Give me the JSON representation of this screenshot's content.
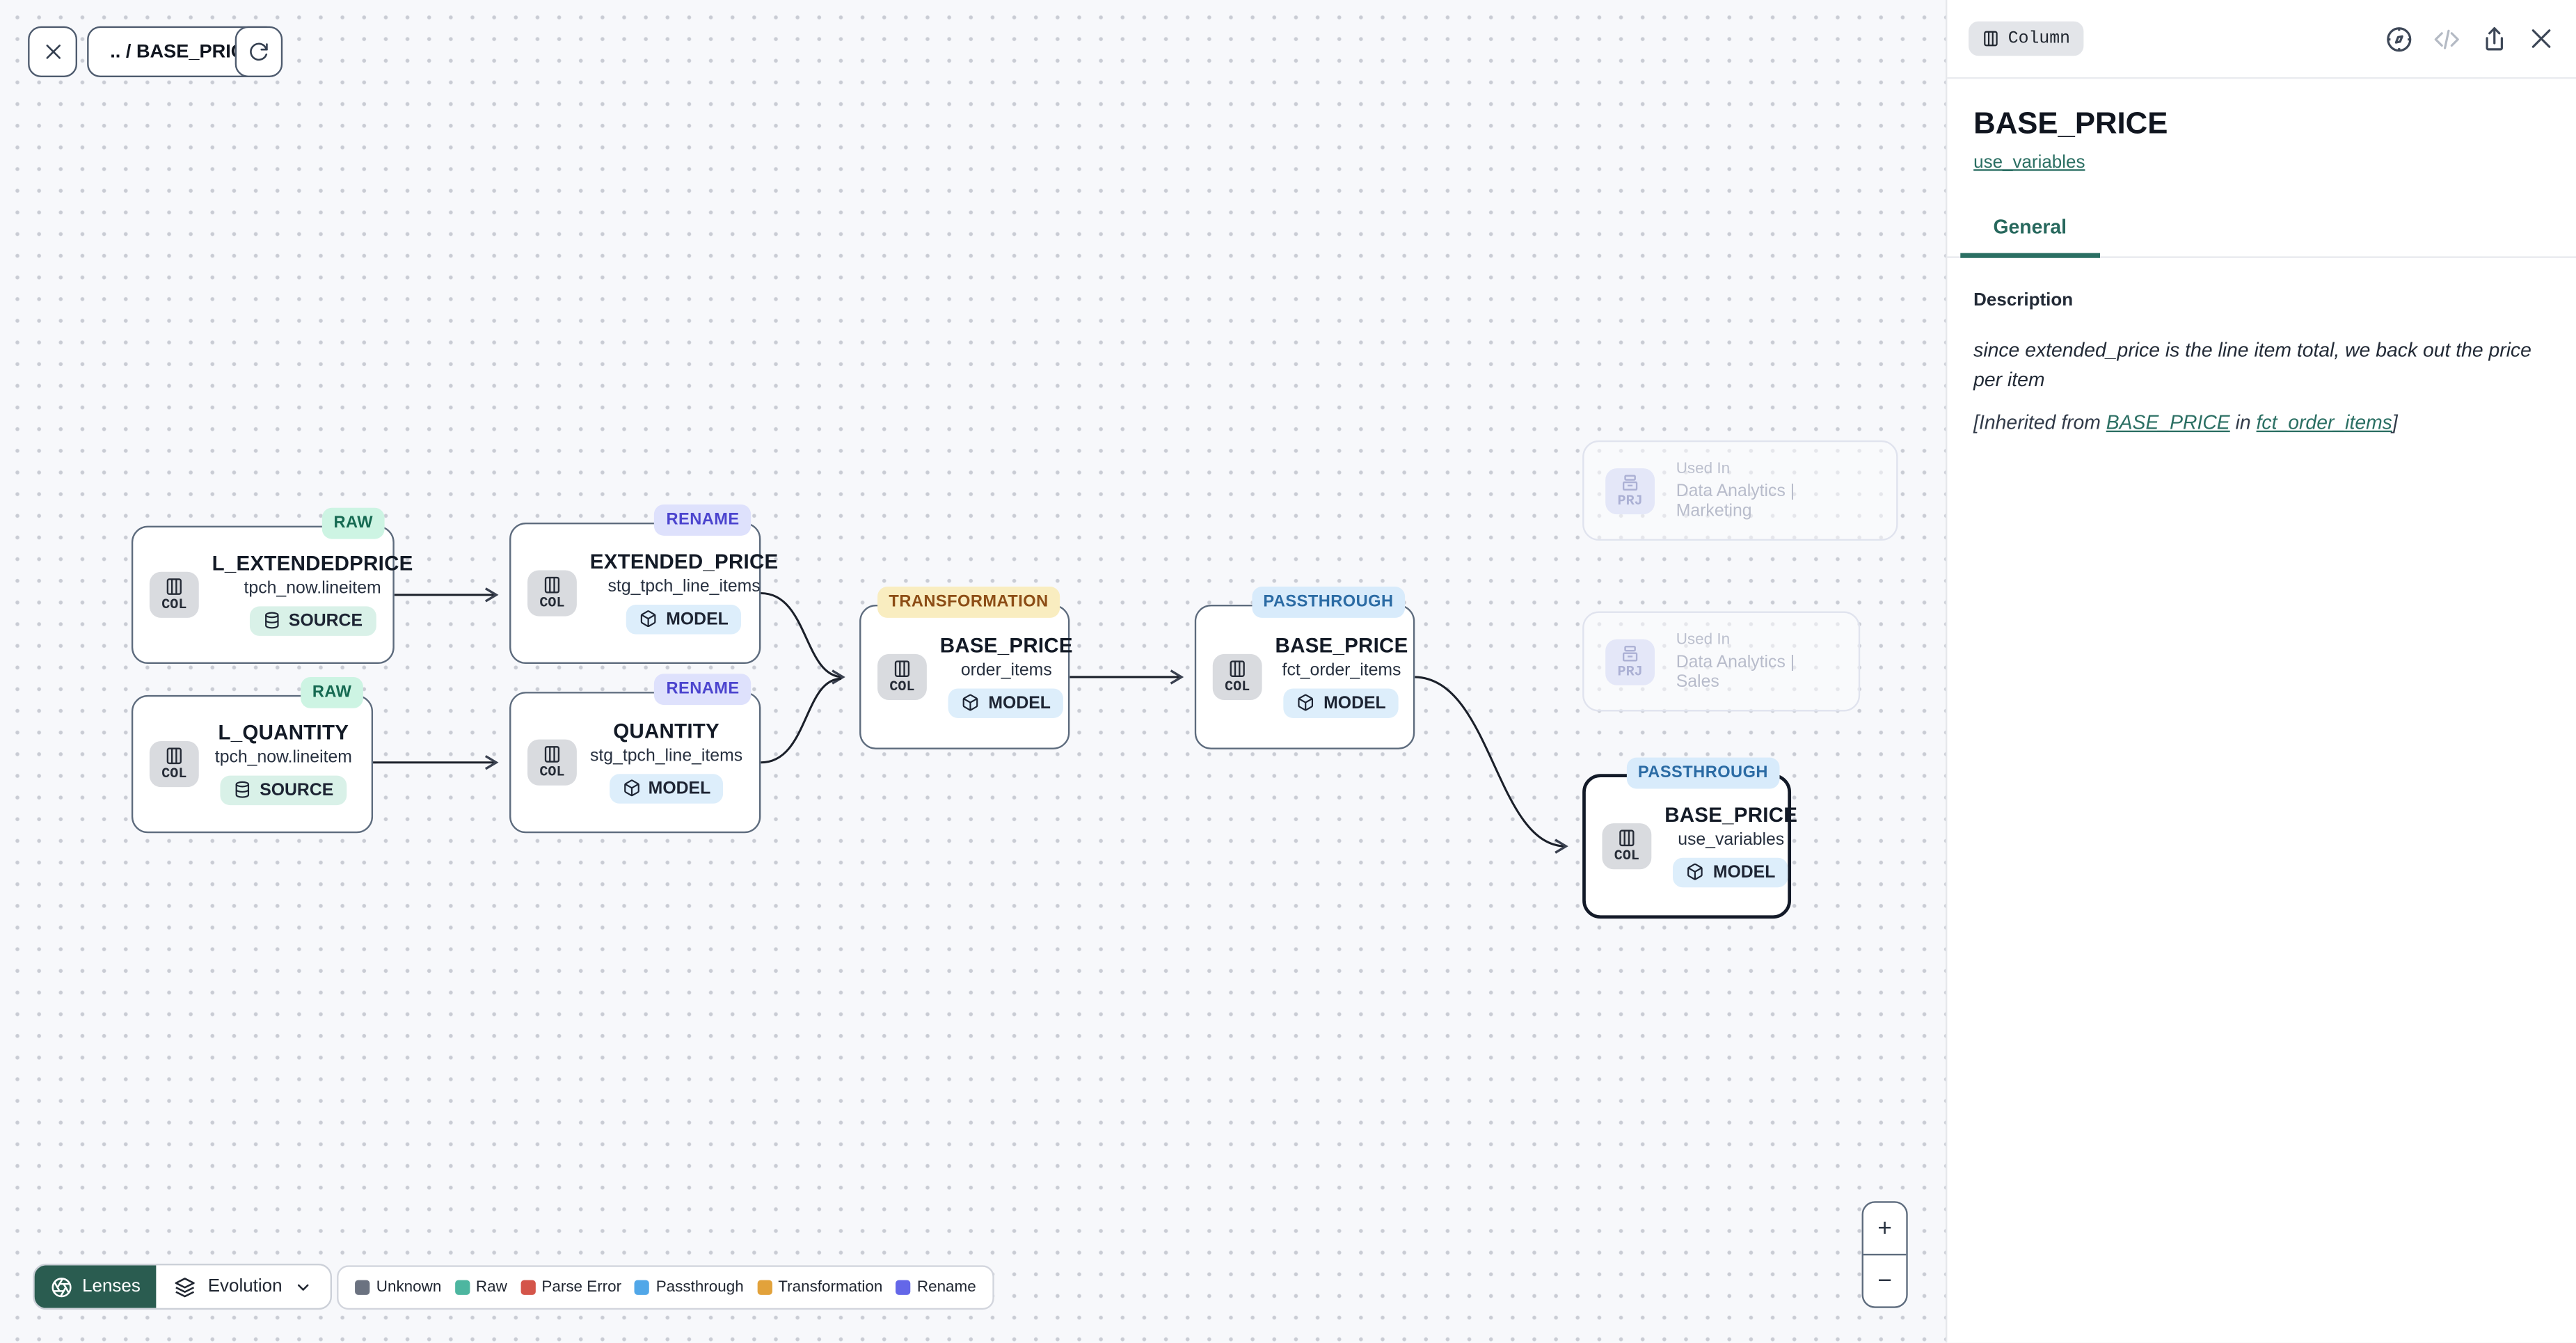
{
  "toolbar": {
    "breadcrumb": ".. / BASE_PRICE"
  },
  "canvas": {
    "nodes": [
      {
        "badge": "RAW",
        "chip": "COL",
        "title": "L_EXTENDEDPRICE",
        "subtitle": "tpch_now.lineitem",
        "kind": "SOURCE"
      },
      {
        "badge": "RENAME",
        "chip": "COL",
        "title": "EXTENDED_PRICE",
        "subtitle": "stg_tpch_line_items",
        "kind": "MODEL"
      },
      {
        "badge": "RAW",
        "chip": "COL",
        "title": "L_QUANTITY",
        "subtitle": "tpch_now.lineitem",
        "kind": "SOURCE"
      },
      {
        "badge": "RENAME",
        "chip": "COL",
        "title": "QUANTITY",
        "subtitle": "stg_tpch_line_items",
        "kind": "MODEL"
      },
      {
        "badge": "TRANSFORMATION",
        "chip": "COL",
        "title": "BASE_PRICE",
        "subtitle": "order_items",
        "kind": "MODEL"
      },
      {
        "badge": "PASSTHROUGH",
        "chip": "COL",
        "title": "BASE_PRICE",
        "subtitle": "fct_order_items",
        "kind": "MODEL"
      },
      {
        "badge": "PASSTHROUGH",
        "chip": "COL",
        "title": "BASE_PRICE",
        "subtitle": "use_variables",
        "kind": "MODEL",
        "selected": true
      }
    ],
    "projects": [
      {
        "chip": "PRJ",
        "label": "Used In",
        "name": "Data Analytics | Marketing"
      },
      {
        "chip": "PRJ",
        "label": "Used In",
        "name": "Data Analytics | Sales"
      }
    ],
    "lenses": {
      "label": "Lenses",
      "mode": "Evolution"
    },
    "legend": [
      {
        "label": "Unknown",
        "color": "#6b7280"
      },
      {
        "label": "Raw",
        "color": "#4db6a0"
      },
      {
        "label": "Parse Error",
        "color": "#d4554a"
      },
      {
        "label": "Passthrough",
        "color": "#51a7e8"
      },
      {
        "label": "Transformation",
        "color": "#e2a23b"
      },
      {
        "label": "Rename",
        "color": "#6467e8"
      }
    ],
    "zoom_controls": {
      "zoom_in": "+",
      "zoom_out": "−"
    }
  },
  "panel": {
    "type_badge": "Column",
    "title": "BASE_PRICE",
    "model_link": "use_variables",
    "tabs": [
      {
        "label": "General",
        "active": true
      }
    ],
    "description": {
      "heading": "Description",
      "text": "since extended_price is the line item total, we back out the price per item",
      "inherited_prefix": "[Inherited from ",
      "inherited_link_column": "BASE_PRICE",
      "inherited_mid": " in ",
      "inherited_link_model": "fct_order_items",
      "inherited_suffix": "]"
    }
  },
  "colors": {
    "accent_teal": "#2b6f63",
    "lenses_bg": "#2a5c50",
    "badge_raw_bg": "#cdf4e3",
    "badge_rename_bg": "#dee1fc",
    "badge_transformation_bg": "#f9edc0",
    "badge_passthrough_bg": "#d8ebfb",
    "pill_source_bg": "#d9f1e8",
    "pill_model_bg": "#ddeefb"
  },
  "icons": {
    "toolbar": [
      "close-icon",
      "refresh-icon"
    ],
    "panel_header": [
      "compass-icon",
      "code-icon",
      "share-icon",
      "close-icon"
    ],
    "node": [
      "column-icon",
      "database-icon",
      "cube-icon"
    ],
    "footer": [
      "aperture-icon",
      "layers-icon",
      "chevron-down-icon"
    ]
  }
}
